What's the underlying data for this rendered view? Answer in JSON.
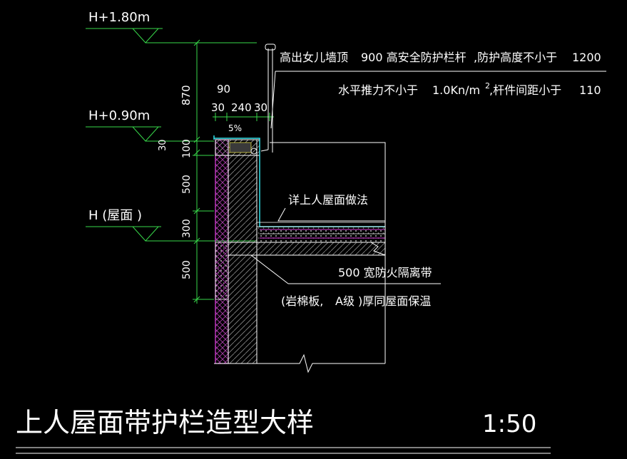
{
  "title": "上人屋面带护栏造型大样",
  "scale": "1:50",
  "levels": {
    "top": "H+1.80m",
    "mid": "H+0.90m",
    "roof": "H (屋面 )"
  },
  "dims": {
    "d870": "870",
    "d90": "90",
    "d30a": "30",
    "d240": "240",
    "d30b": "30",
    "d30v": "30",
    "d100": "100",
    "d500a": "500",
    "d300": "300",
    "d500b": "500",
    "slope": "5%"
  },
  "notes": {
    "n1a": "高出女儿墙顶",
    "n1b": "900 高安全防护栏杆",
    "n1c": ",防护高度不小于",
    "n1d": "1200",
    "n2a": "水平推力不小于",
    "n2b": "1.0Kn/m",
    "n2c": "2",
    "n2d": ",杆件间距小于",
    "n2e": "110",
    "n3": "详上人屋面做法",
    "n4": "500 宽防火隔离带",
    "n5a": "(岩棉板,",
    "n5b": "A级 )厚同屋面保温"
  },
  "colors": {
    "line": "#ffffff",
    "green": "#38d84a",
    "magenta": "#e040e0",
    "cyan": "#30e0e8",
    "hatch": "#8a8a8a",
    "yellow": "#d8d040"
  }
}
